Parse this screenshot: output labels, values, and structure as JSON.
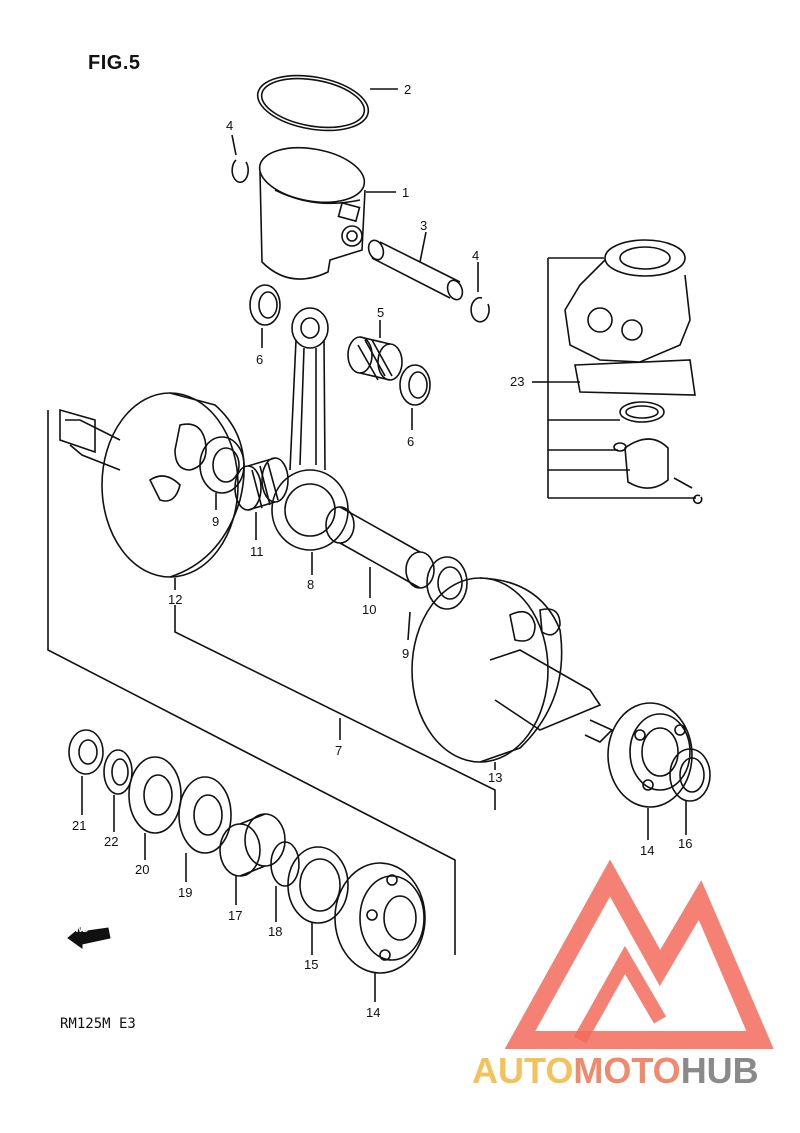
{
  "figure": {
    "title": "FIG.5",
    "model": "RM125M E3",
    "fwd_label": "FWD"
  },
  "watermark": {
    "part1": "AUTO",
    "part2": "MOTO",
    "part3": "HUB",
    "colors": {
      "auto": "#f4c25b",
      "moto": "#f08a6d",
      "hub": "#8a8a8a",
      "logo": "#f26b5b"
    }
  },
  "callouts": [
    "1",
    "2",
    "3",
    "4",
    "4",
    "5",
    "6",
    "6",
    "7",
    "8",
    "9",
    "9",
    "10",
    "11",
    "12",
    "13",
    "14",
    "14",
    "15",
    "16",
    "17",
    "18",
    "19",
    "20",
    "21",
    "22",
    "23"
  ]
}
